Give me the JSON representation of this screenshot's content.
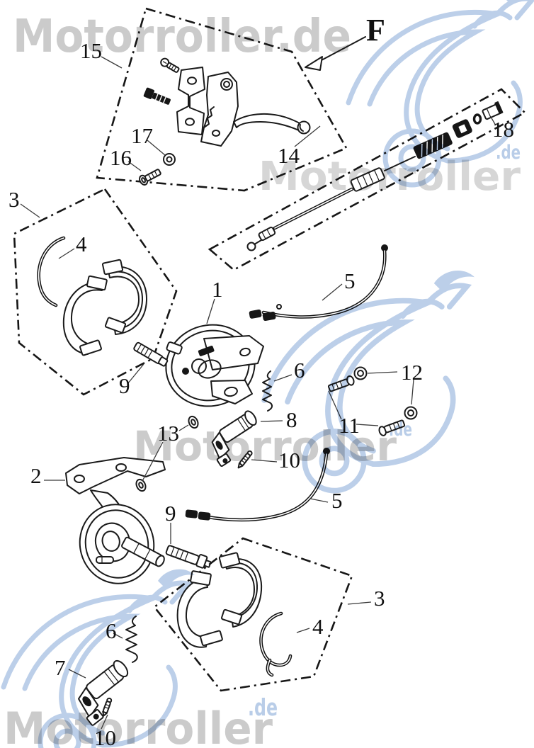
{
  "brand": {
    "watermark_full": "Motorroller.de",
    "watermark_name": "Motorroller",
    "watermark_tld": ".de",
    "watermark_gray": "#cbcbcb",
    "watermark_blue": "#b9cde8",
    "line_color": "#1a1a1a"
  },
  "view_marker": {
    "label": "F"
  },
  "part_labels": [
    {
      "text": "15"
    },
    {
      "text": "17"
    },
    {
      "text": "16"
    },
    {
      "text": "14"
    },
    {
      "text": "18"
    },
    {
      "text": "3"
    },
    {
      "text": "4"
    },
    {
      "text": "1"
    },
    {
      "text": "5"
    },
    {
      "text": "6"
    },
    {
      "text": "12"
    },
    {
      "text": "9"
    },
    {
      "text": "13"
    },
    {
      "text": "8"
    },
    {
      "text": "11"
    },
    {
      "text": "10"
    },
    {
      "text": "2"
    },
    {
      "text": "9"
    },
    {
      "text": "5"
    },
    {
      "text": "3"
    },
    {
      "text": "4"
    },
    {
      "text": "6"
    },
    {
      "text": "7"
    },
    {
      "text": "10"
    }
  ]
}
